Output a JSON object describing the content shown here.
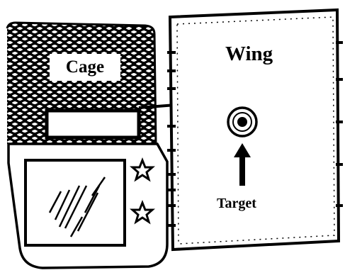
{
  "labels": {
    "cage": "Cage",
    "wing": "Wing",
    "target": "Target"
  },
  "colors": {
    "ink": "#000000",
    "paper": "#ffffff"
  }
}
